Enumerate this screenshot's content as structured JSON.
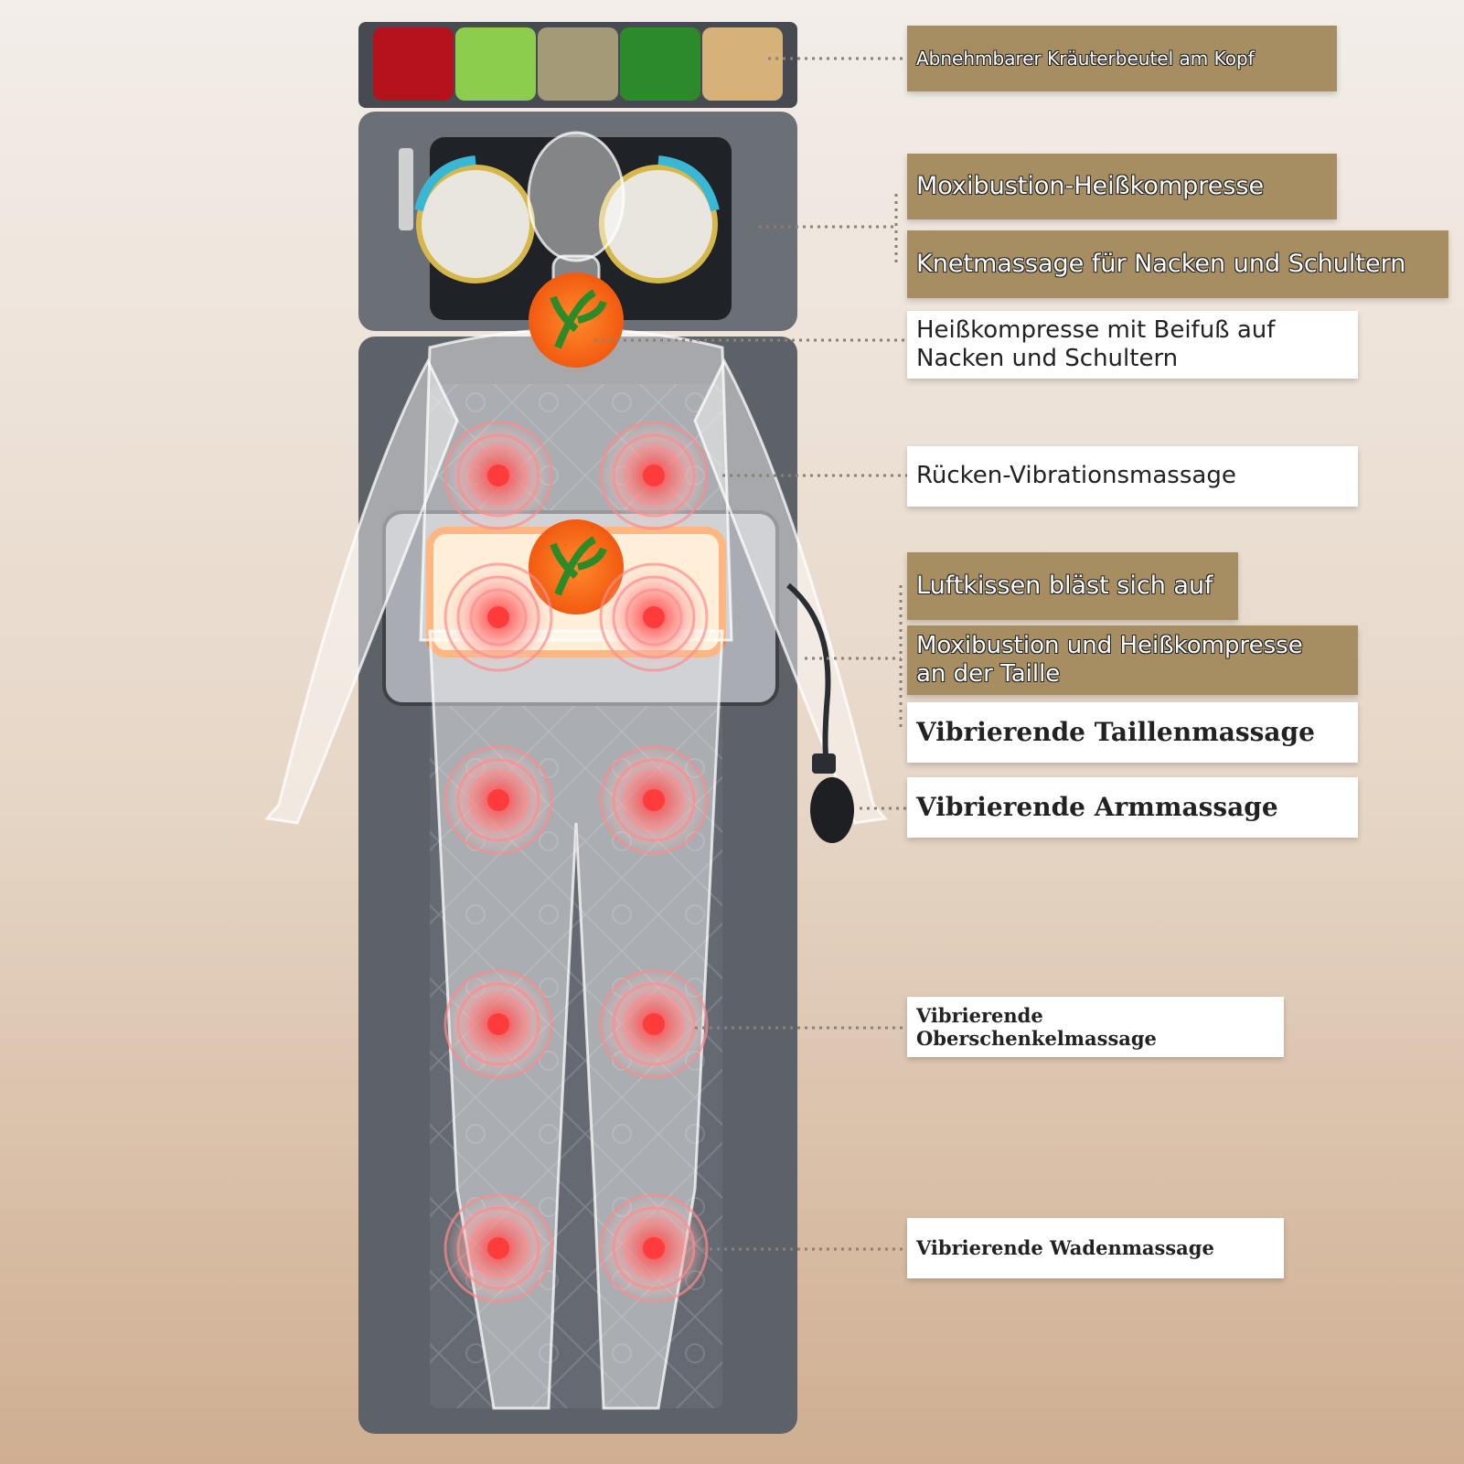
{
  "colors": {
    "mat": "#5d6168",
    "mat_dark": "#3e4247",
    "panel": "#6c7077",
    "label_gold": "#a68d62",
    "label_white": "#ffffff",
    "hot_spot": "#ff5a5a",
    "heater_orange": "#ff7a1a",
    "leader_line": "#8a8178"
  },
  "labels": [
    {
      "id": "herb-bag",
      "text": "Abnehmbarer Kräuterbeutel am Kopf",
      "style": "gold"
    },
    {
      "id": "moxibustion-head",
      "text": "Moxibustion-Heißkompresse",
      "style": "gold"
    },
    {
      "id": "kneading-neck",
      "text": "Knetmassage für Nacken und Schultern",
      "style": "gold"
    },
    {
      "id": "mugwort-neck",
      "text": "Heißkompresse mit Beifuß auf\nNacken und Schultern",
      "style": "white"
    },
    {
      "id": "back-vibration",
      "text": "Rücken-Vibrationsmassage",
      "style": "white"
    },
    {
      "id": "air-cushion",
      "text": "Luftkissen bläst sich auf",
      "style": "gold"
    },
    {
      "id": "moxibustion-waist",
      "text": "Moxibustion und Heißkompresse\nan der Taille",
      "style": "gold"
    },
    {
      "id": "waist-vibration",
      "text": "Vibrierende Taillenmassage",
      "style": "white-serif"
    },
    {
      "id": "arm-vibration",
      "text": "Vibrierende Armmassage",
      "style": "white-serif"
    },
    {
      "id": "thigh-vibration",
      "text": "Vibrierende Oberschenkelmassage",
      "style": "white-serif"
    },
    {
      "id": "calf-vibration",
      "text": "Vibrierende Wadenmassage",
      "style": "white-serif"
    }
  ],
  "herbs": [
    "red-herb-icon",
    "green-herb-icon",
    "dried-herb-icon",
    "mint-leaf-icon",
    "root-herb-icon"
  ]
}
